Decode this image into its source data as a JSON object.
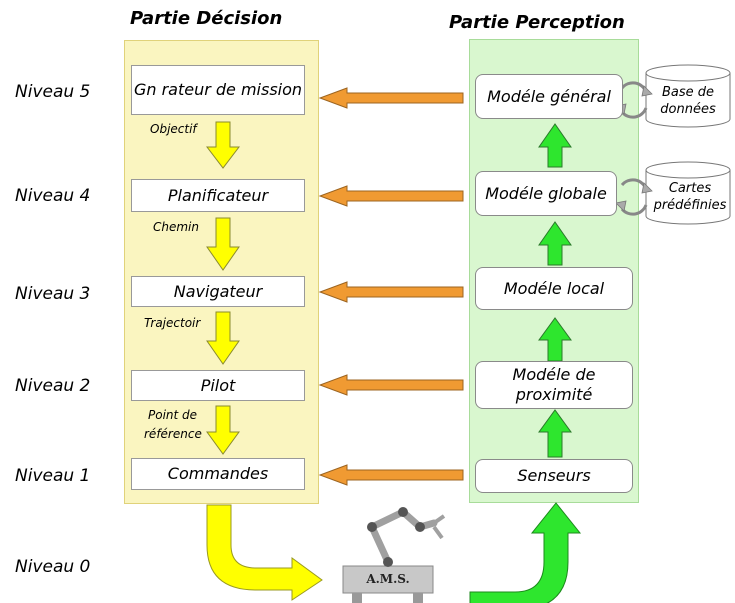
{
  "titles": {
    "decision": "Partie Décision",
    "perception": "Partie Perception"
  },
  "levels": [
    "Niveau 5",
    "Niveau 4",
    "Niveau 3",
    "Niveau 2",
    "Niveau 1",
    "Niveau 0"
  ],
  "decision_boxes": {
    "mission": "Gn rateur de mission",
    "planificateur": "Planificateur",
    "navigateur": "Navigateur",
    "pilot": "Pilot",
    "commandes": "Commandes"
  },
  "decision_flow_labels": {
    "objectif": "Objectif",
    "chemin": "Chemin",
    "trajectoir": "Trajectoir",
    "point_de": "Point de",
    "reference": "référence"
  },
  "perception_boxes": {
    "general": "Modéle général",
    "globale": "Modéle globale",
    "local": "Modéle local",
    "proximite": "Modéle de proximité",
    "senseurs": "Senseurs"
  },
  "databases": {
    "base_line1": "Base de",
    "base_line2": "données",
    "cartes_line1": "Cartes",
    "cartes_line2": "prédéfinies"
  },
  "robot": {
    "label": "A.M.S."
  },
  "colors": {
    "decision_panel": "#faf5c0",
    "perception_panel": "#d9f7cf",
    "yellow_arrow": "#ffff00",
    "green_arrow": "#2ee62e",
    "orange_arrow": "#f09a32"
  }
}
